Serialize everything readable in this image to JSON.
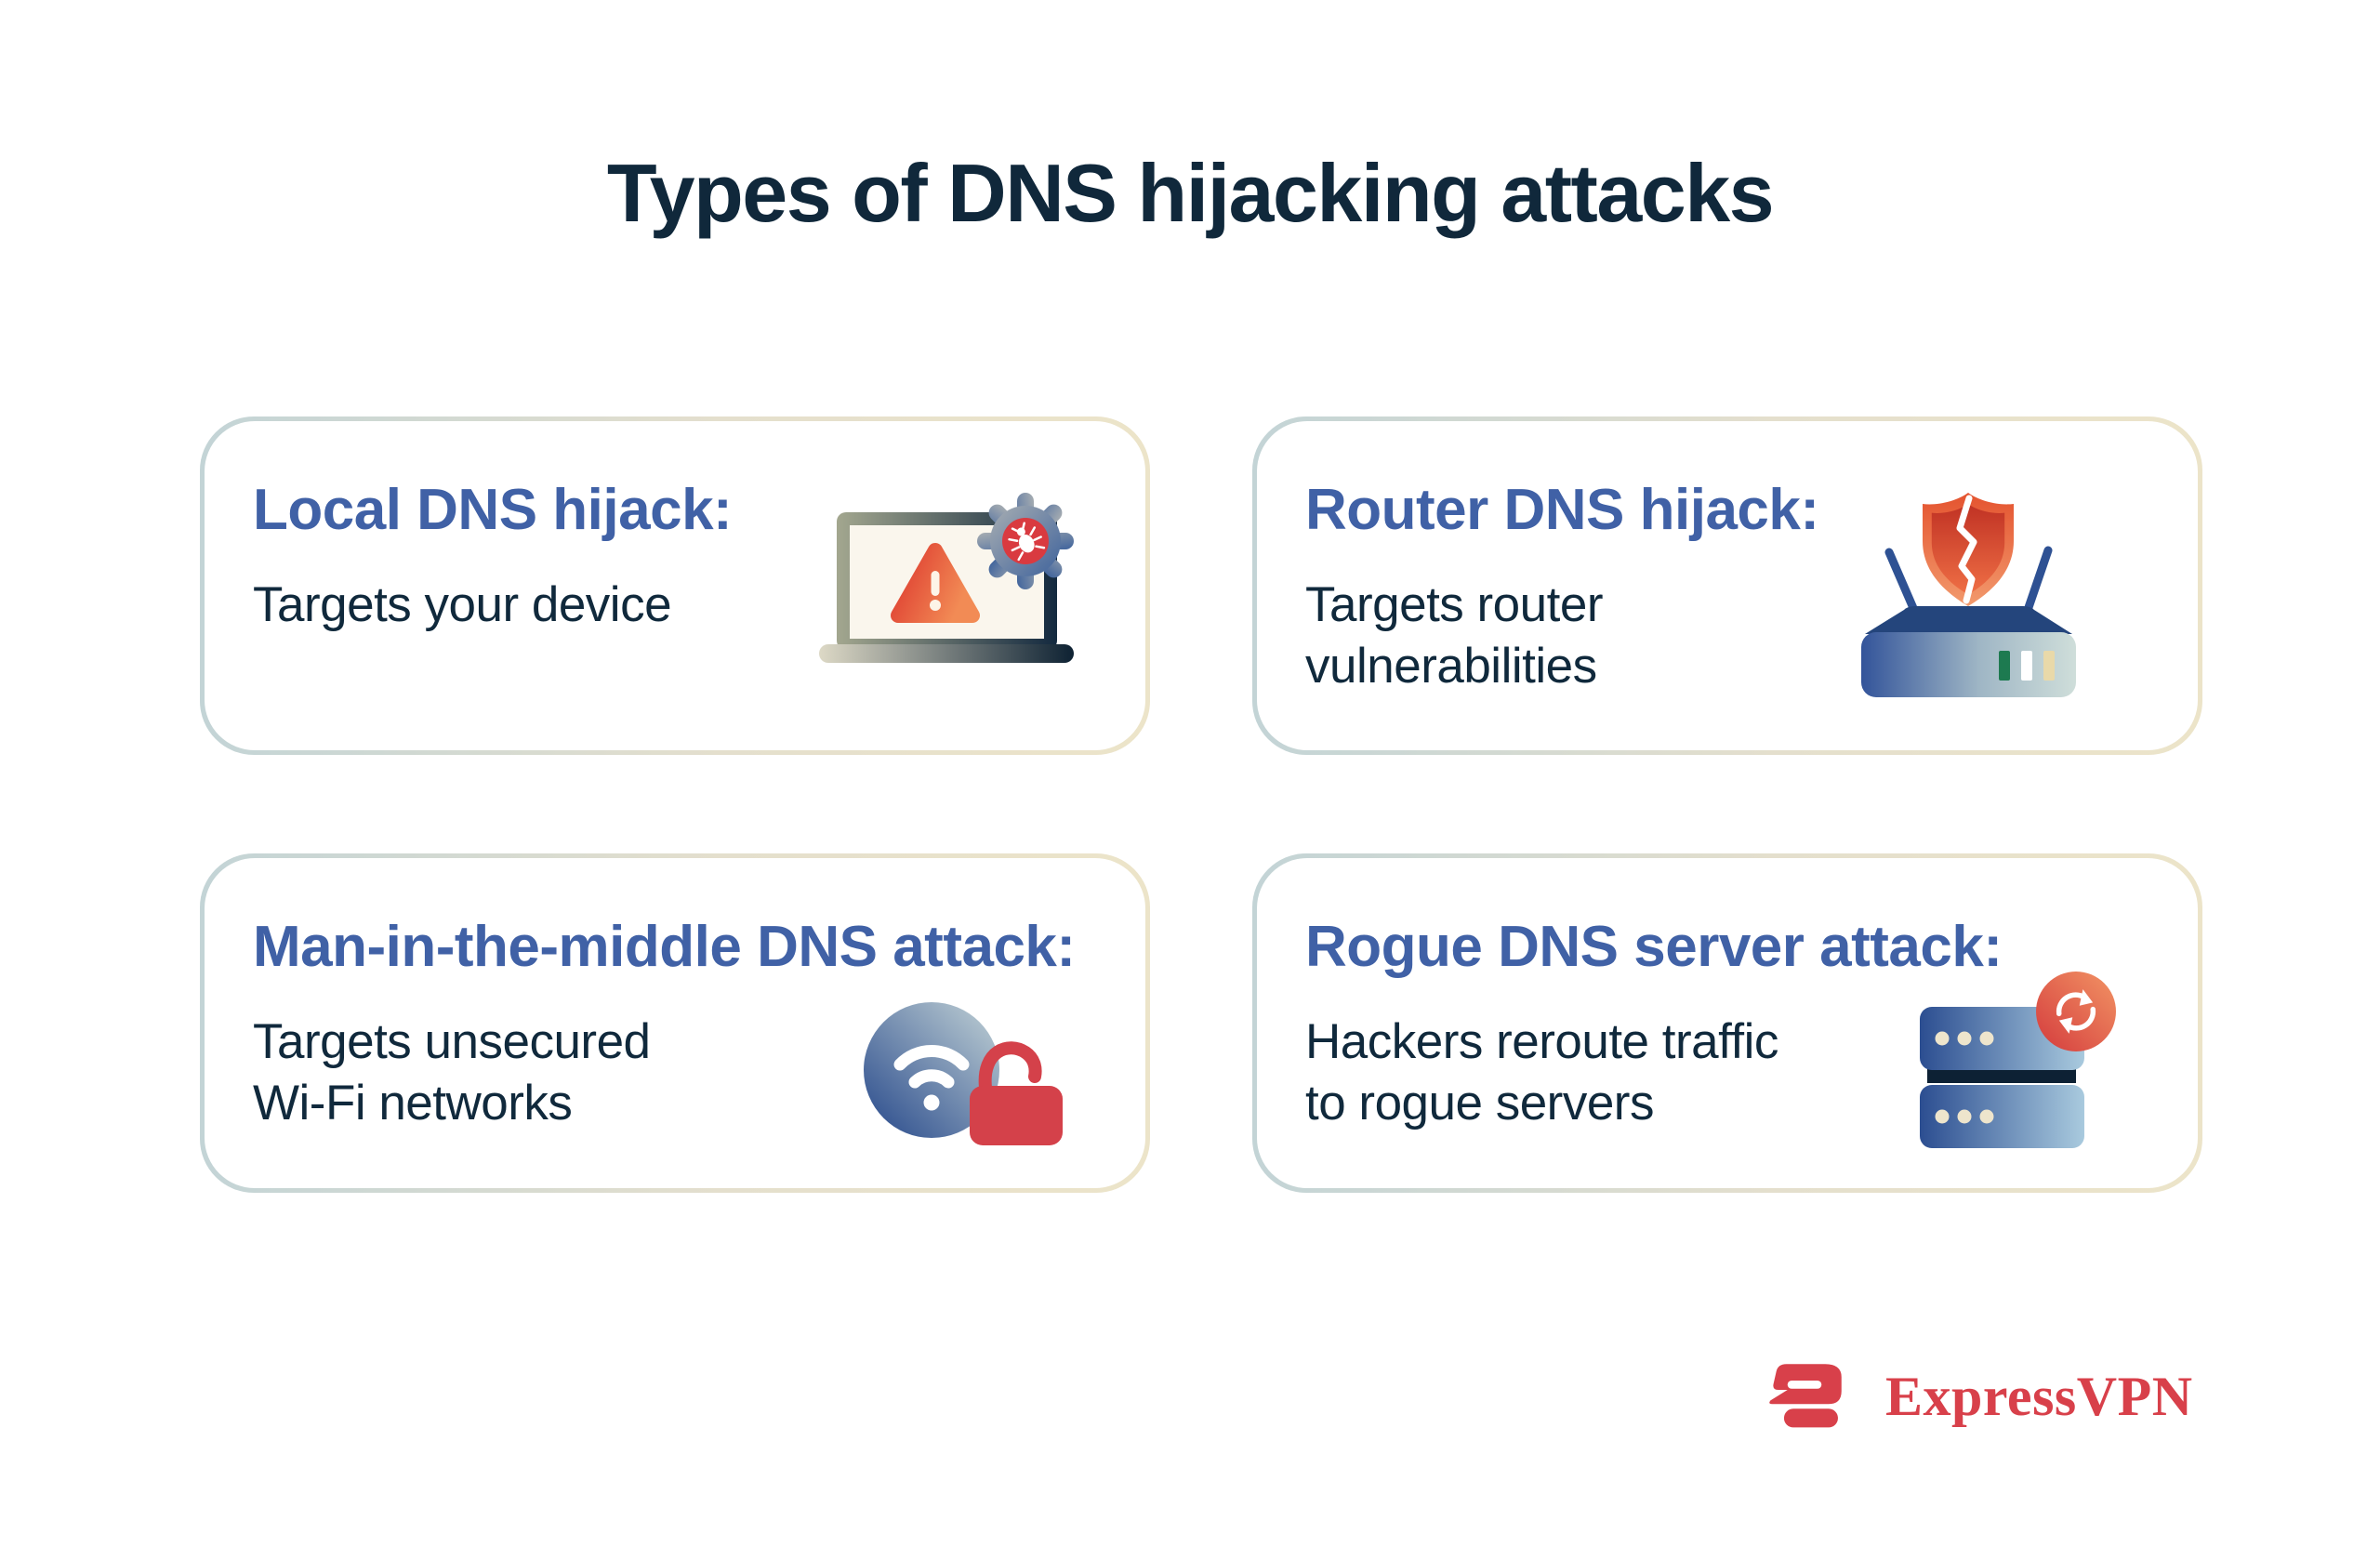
{
  "title": "Types of DNS hijacking attacks",
  "cards": [
    {
      "heading": "Local DNS hijack:",
      "body": "Targets your device",
      "icon": "laptop-malware-warning-icon"
    },
    {
      "heading": "Router DNS hijack:",
      "body": "Targets router\nvulnerabilities",
      "icon": "router-cracked-shield-icon"
    },
    {
      "heading": "Man-in-the-middle DNS attack:",
      "body": "Targets unsecured\nWi-Fi networks",
      "icon": "wifi-open-padlock-icon"
    },
    {
      "heading": "Rogue DNS server attack:",
      "body": "Hackers reroute traffic\nto rogue servers",
      "icon": "rogue-server-sync-icon"
    }
  ],
  "brand": {
    "name": "ExpressVPN"
  },
  "colors": {
    "heading_blue": "#4061a6",
    "text_navy": "#10293c",
    "brand_red": "#d8404a",
    "card_border_left": "#c3d4d6",
    "card_border_right": "#ece4c9",
    "alert_red": "#d93a40",
    "alert_orange": "#f28b55"
  }
}
